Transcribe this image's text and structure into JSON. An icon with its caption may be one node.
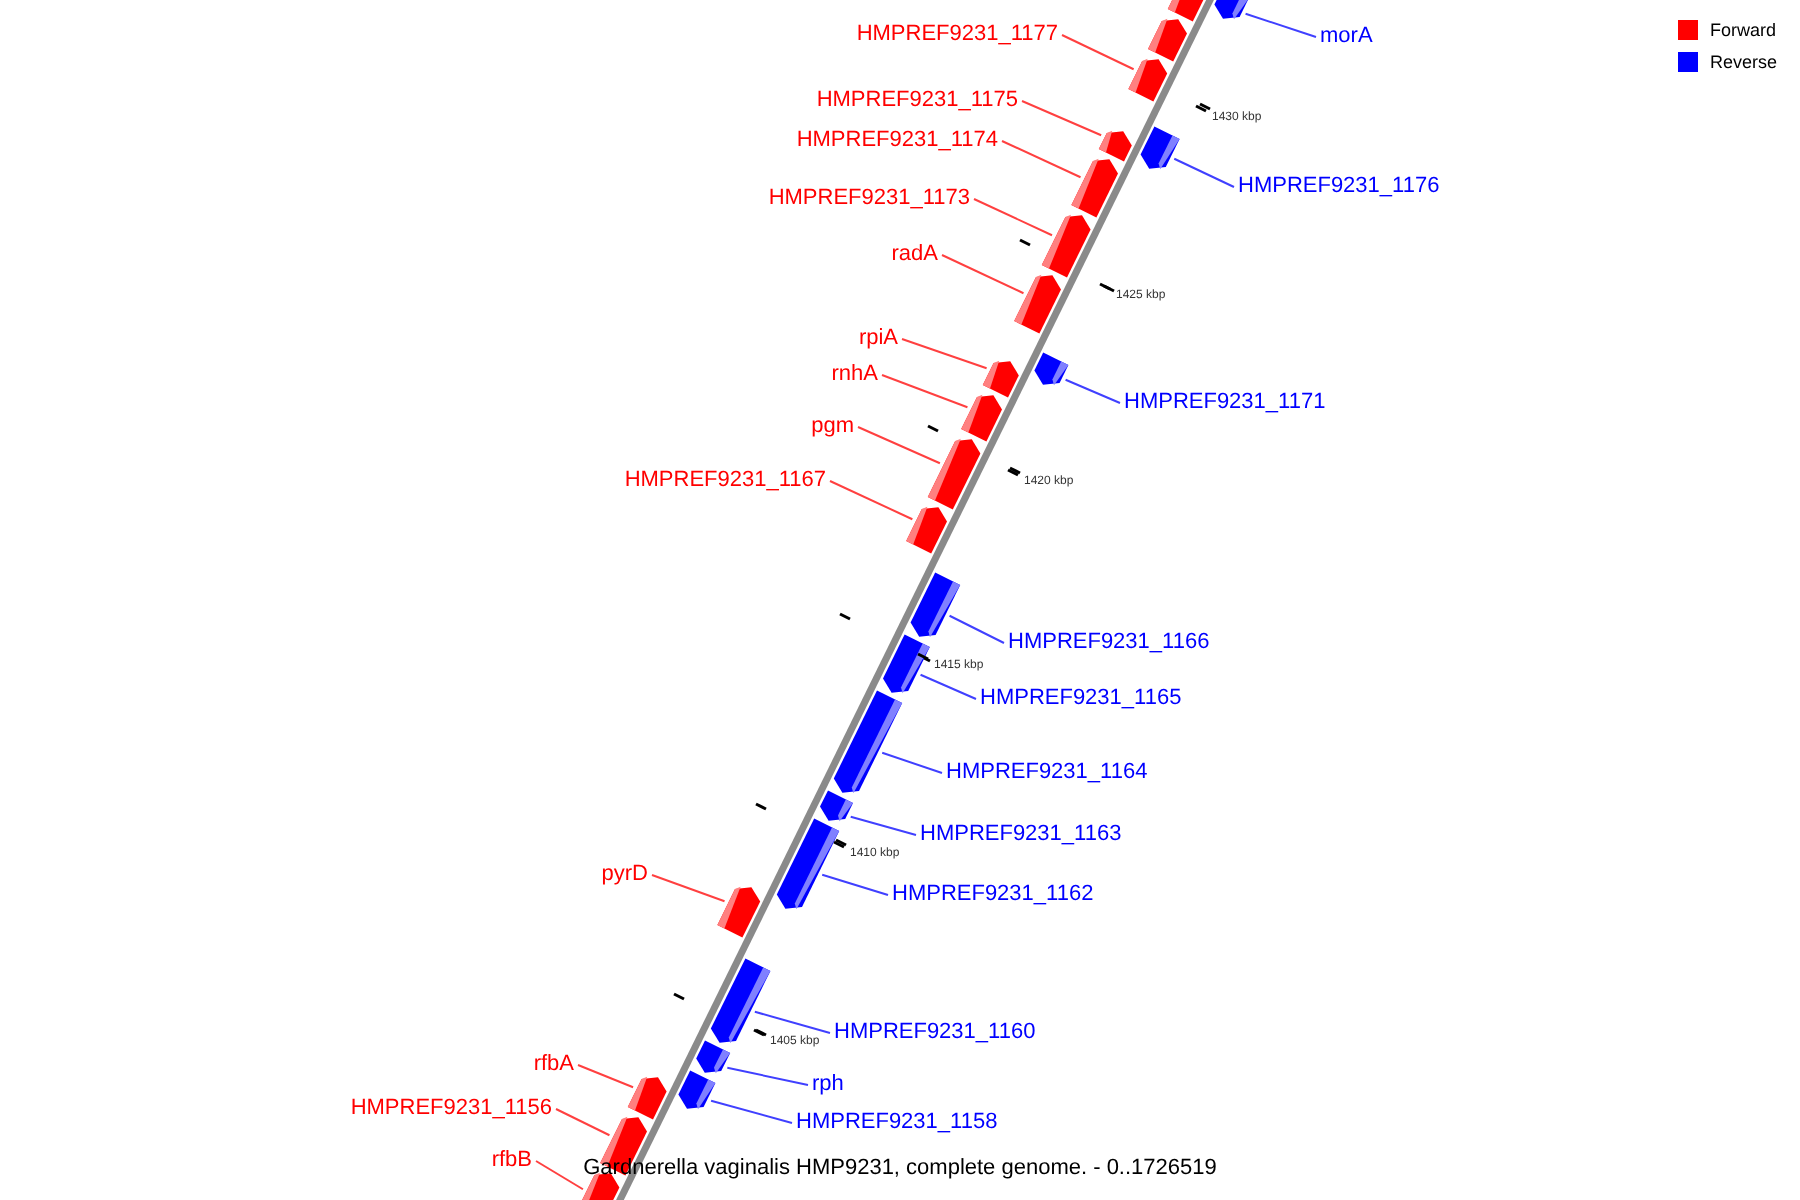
{
  "diagram": {
    "caption": "Gardnerella vaginalis HMP9231, complete genome. - 0..1726519",
    "nodes": [
      {
        "text": [
          "HMPREF9231_1177"
        ]
      },
      {
        "text": [
          "morA"
        ]
      },
      {
        "text": [
          "HMPREF9231_1175"
        ]
      },
      {
        "text": [
          "HMPREF9231_1174"
        ]
      },
      {
        "text": [
          "HMPREF9231_1176"
        ]
      },
      {
        "text": [
          "HMPREF9231_1173"
        ]
      },
      {
        "text": [
          "radA"
        ]
      },
      {
        "text": [
          "rpiA"
        ]
      },
      {
        "text": [
          "rnhA"
        ]
      },
      {
        "text": [
          "HMPREF9231_1171"
        ]
      },
      {
        "text": [
          "pgm"
        ]
      },
      {
        "text": [
          "HMPREF9231_1167"
        ]
      },
      {
        "text": [
          "HMPREF9231_1166"
        ]
      },
      {
        "text": [
          "HMPREF9231_1165"
        ]
      },
      {
        "text": [
          "HMPREF9231_1164"
        ]
      },
      {
        "text": [
          "HMPREF9231_1163"
        ]
      },
      {
        "text": [
          "pyrD"
        ]
      },
      {
        "text": [
          "HMPREF9231_1162"
        ]
      },
      {
        "text": [
          "HMPREF9231_1160"
        ]
      },
      {
        "text": [
          "rfbA"
        ]
      },
      {
        "text": [
          "rph"
        ]
      },
      {
        "text": [
          "HMPREF9231_1156"
        ]
      },
      {
        "text": [
          "HMPREF9231_1158"
        ]
      },
      {
        "text": [
          "rfbB"
        ]
      },
      {
        "text": [],
        "shape": "bar"
      },
      {
        "text": [],
        "shape": "bar"
      },
      {
        "text": [],
        "shape": "bar"
      },
      {
        "text": [],
        "shape": "bar"
      },
      {
        "text": [],
        "shape": "bar"
      },
      {
        "text": [],
        "shape": "bar"
      },
      {
        "text": [],
        "shape": "bar"
      },
      {
        "text": [],
        "shape": "bar"
      },
      {
        "text": [],
        "shape": "bar"
      },
      {
        "text": [],
        "shape": "bar"
      },
      {
        "text": [],
        "shape": "bar"
      },
      {
        "text": [],
        "shape": "bar"
      },
      {
        "text": [],
        "shape": "bar"
      },
      {
        "text": [],
        "shape": "bar"
      },
      {
        "text": [],
        "shape": "bar"
      },
      {
        "text": [],
        "shape": "bar"
      },
      {
        "text": [],
        "shape": "bar"
      },
      {
        "text": [],
        "shape": "bar"
      },
      {
        "text": [],
        "shape": "bar"
      },
      {
        "text": [],
        "shape": "bar"
      },
      {
        "text": [],
        "shape": "bar"
      },
      {
        "text": [],
        "shape": "bar"
      },
      {
        "text": [],
        "shape": "bar"
      },
      {
        "text": [],
        "shape": "bar"
      },
      {
        "text": [],
        "shape": "bar"
      },
      {
        "text": [],
        "shape": "bar"
      }
    ],
    "edges": [
      {
        "from": 0,
        "to": 27,
        "arrow": "none"
      },
      {
        "from": 1,
        "to": 24,
        "arrow": "none",
        "color": "#4040ff"
      },
      {
        "from": 2,
        "to": 29,
        "arrow": "none"
      },
      {
        "from": 3,
        "to": 30,
        "arrow": "none"
      },
      {
        "from": 4,
        "to": 28,
        "arrow": "none",
        "color": "#4040ff"
      },
      {
        "from": 5,
        "to": 31,
        "arrow": "none"
      },
      {
        "from": 6,
        "to": 32,
        "arrow": "none"
      },
      {
        "from": 7,
        "to": 34,
        "arrow": "none"
      },
      {
        "from": 8,
        "to": 35,
        "arrow": "none"
      },
      {
        "from": 9,
        "to": 33,
        "arrow": "none",
        "color": "#4040ff"
      },
      {
        "from": 10,
        "to": 36,
        "arrow": "none"
      },
      {
        "from": 11,
        "to": 37,
        "arrow": "none"
      },
      {
        "from": 12,
        "to": 38,
        "arrow": "none",
        "color": "#4040ff"
      },
      {
        "from": 13,
        "to": 39,
        "arrow": "none",
        "color": "#4040ff"
      },
      {
        "from": 14,
        "to": 40,
        "arrow": "none",
        "color": "#4040ff"
      },
      {
        "from": 15,
        "to": 41,
        "arrow": "none",
        "color": "#4040ff"
      },
      {
        "from": 16,
        "to": 43,
        "arrow": "none"
      },
      {
        "from": 17,
        "to": 42,
        "arrow": "none",
        "color": "#4040ff"
      },
      {
        "from": 18,
        "to": 44,
        "arrow": "none",
        "color": "#4040ff"
      },
      {
        "from": 19,
        "to": 47,
        "arrow": "none"
      },
      {
        "from": 20,
        "to": 45,
        "arrow": "none",
        "color": "#4040ff"
      },
      {
        "from": 21,
        "to": 48,
        "arrow": "none"
      },
      {
        "from": 22,
        "to": 46,
        "arrow": "none",
        "color": "#4040ff"
      },
      {
        "from": 23,
        "to": 49,
        "arrow": "none"
      }
    ],
    "labels": [
      "1430 kbp",
      "1425 kbp",
      "1420 kbp",
      "1415 kbp",
      "1410 kbp",
      "1405 kbp"
    ],
    "legend": [
      {
        "text": "Forward",
        "color": "#ff0000"
      },
      {
        "text": "Reverse",
        "color": "#0000ff"
      }
    ]
  }
}
